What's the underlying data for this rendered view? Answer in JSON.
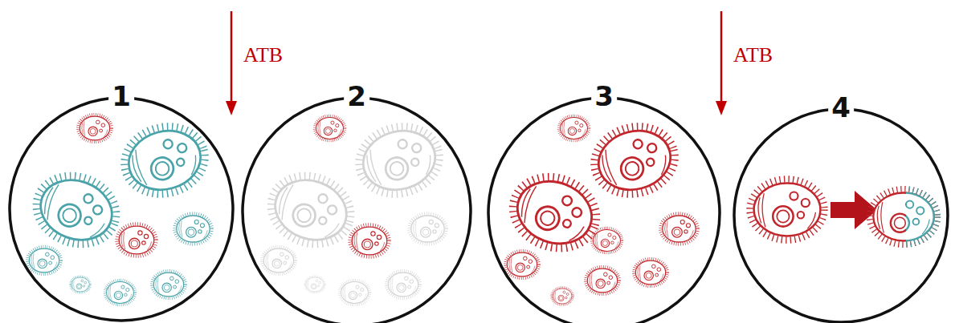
{
  "diagram": {
    "nodes": [
      {
        "text": [
          "1"
        ]
      },
      {
        "text": [
          "2"
        ]
      },
      {
        "text": [
          "3"
        ]
      },
      {
        "text": [
          "4"
        ]
      }
    ],
    "labels": [
      "ATB",
      "ATB"
    ]
  }
}
